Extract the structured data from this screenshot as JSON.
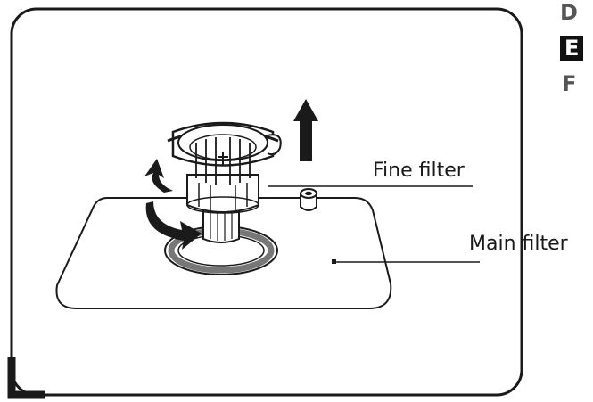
{
  "labels": {
    "fine_filter": "Fine filter",
    "main_filter": "Main filter"
  },
  "side_tabs": [
    {
      "text": "D",
      "style": "plain"
    },
    {
      "text": "E",
      "style": "highlighted"
    },
    {
      "text": "F",
      "style": "plain"
    }
  ],
  "colors": {
    "line": "#1a1a1a",
    "tab_plain": "#555555",
    "tab_highlight_bg": "#111111",
    "tab_highlight_text": "#ffffff"
  }
}
